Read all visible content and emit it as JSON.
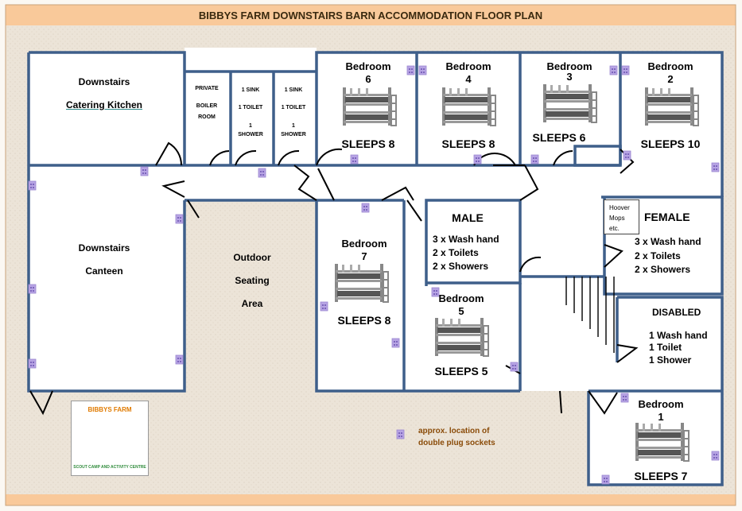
{
  "title": "BIBBYS FARM DOWNSTAIRS BARN ACCOMMODATION FLOOR PLAN",
  "colors": {
    "wall": "#3e5f8a",
    "banner": "#f9c99a",
    "floor": "#ece4d8",
    "socket": "#b7a4e4"
  },
  "rooms": {
    "kitchen": {
      "line1": "Downstairs",
      "line2": "Catering  Kitchen"
    },
    "canteen": {
      "line1": "Downstairs",
      "line2": "Canteen"
    },
    "boiler": {
      "line1": "PRIVATE",
      "line2": "BOILER",
      "line3": "ROOM"
    },
    "wc1": {
      "line1": "1 SINK",
      "line2": "1 TOILET",
      "line3": "1",
      "line4": "SHOWER"
    },
    "wc2": {
      "line1": "1 SINK",
      "line2": "1 TOILET",
      "line3": "1",
      "line4": "SHOWER"
    },
    "outdoor": {
      "line1": "Outdoor",
      "line2": "Seating",
      "line3": "Area"
    },
    "bedroom6": {
      "name": "Bedroom",
      "num": "6",
      "sleeps": "SLEEPS 8"
    },
    "bedroom4": {
      "name": "Bedroom",
      "num": "4",
      "sleeps": "SLEEPS 8"
    },
    "bedroom3": {
      "name": "Bedroom",
      "num": "3",
      "sleeps": "SLEEPS 6"
    },
    "bedroom2": {
      "name": "Bedroom",
      "num": "2",
      "sleeps": "SLEEPS 10"
    },
    "bedroom7": {
      "name": "Bedroom",
      "num": "7",
      "sleeps": "SLEEPS 8"
    },
    "bedroom5": {
      "name": "Bedroom",
      "num": "5",
      "sleeps": "SLEEPS 5"
    },
    "bedroom1": {
      "name": "Bedroom",
      "num": "1",
      "sleeps": "SLEEPS 7"
    },
    "male": {
      "title": "MALE",
      "l1": "3 x Wash hand",
      "l2": "2 x Toilets",
      "l3": "2 x Showers"
    },
    "female": {
      "title": "FEMALE",
      "l1": "3 x Wash hand",
      "l2": "2 x Toilets",
      "l3": "2 x Showers"
    },
    "disabled": {
      "title": "DISABLED",
      "l1": "1 Wash hand",
      "l2": "1 Toilet",
      "l3": "1 Shower"
    },
    "hoover": {
      "l1": "Hoover",
      "l2": "Mops",
      "l3": "etc."
    }
  },
  "legend": {
    "l1": "approx.  location of",
    "l2": "double plug sockets"
  },
  "logo": {
    "top": "BIBBYS FARM",
    "ring": "SCOUT CAMP AND ACTIVITY CENTRE"
  }
}
